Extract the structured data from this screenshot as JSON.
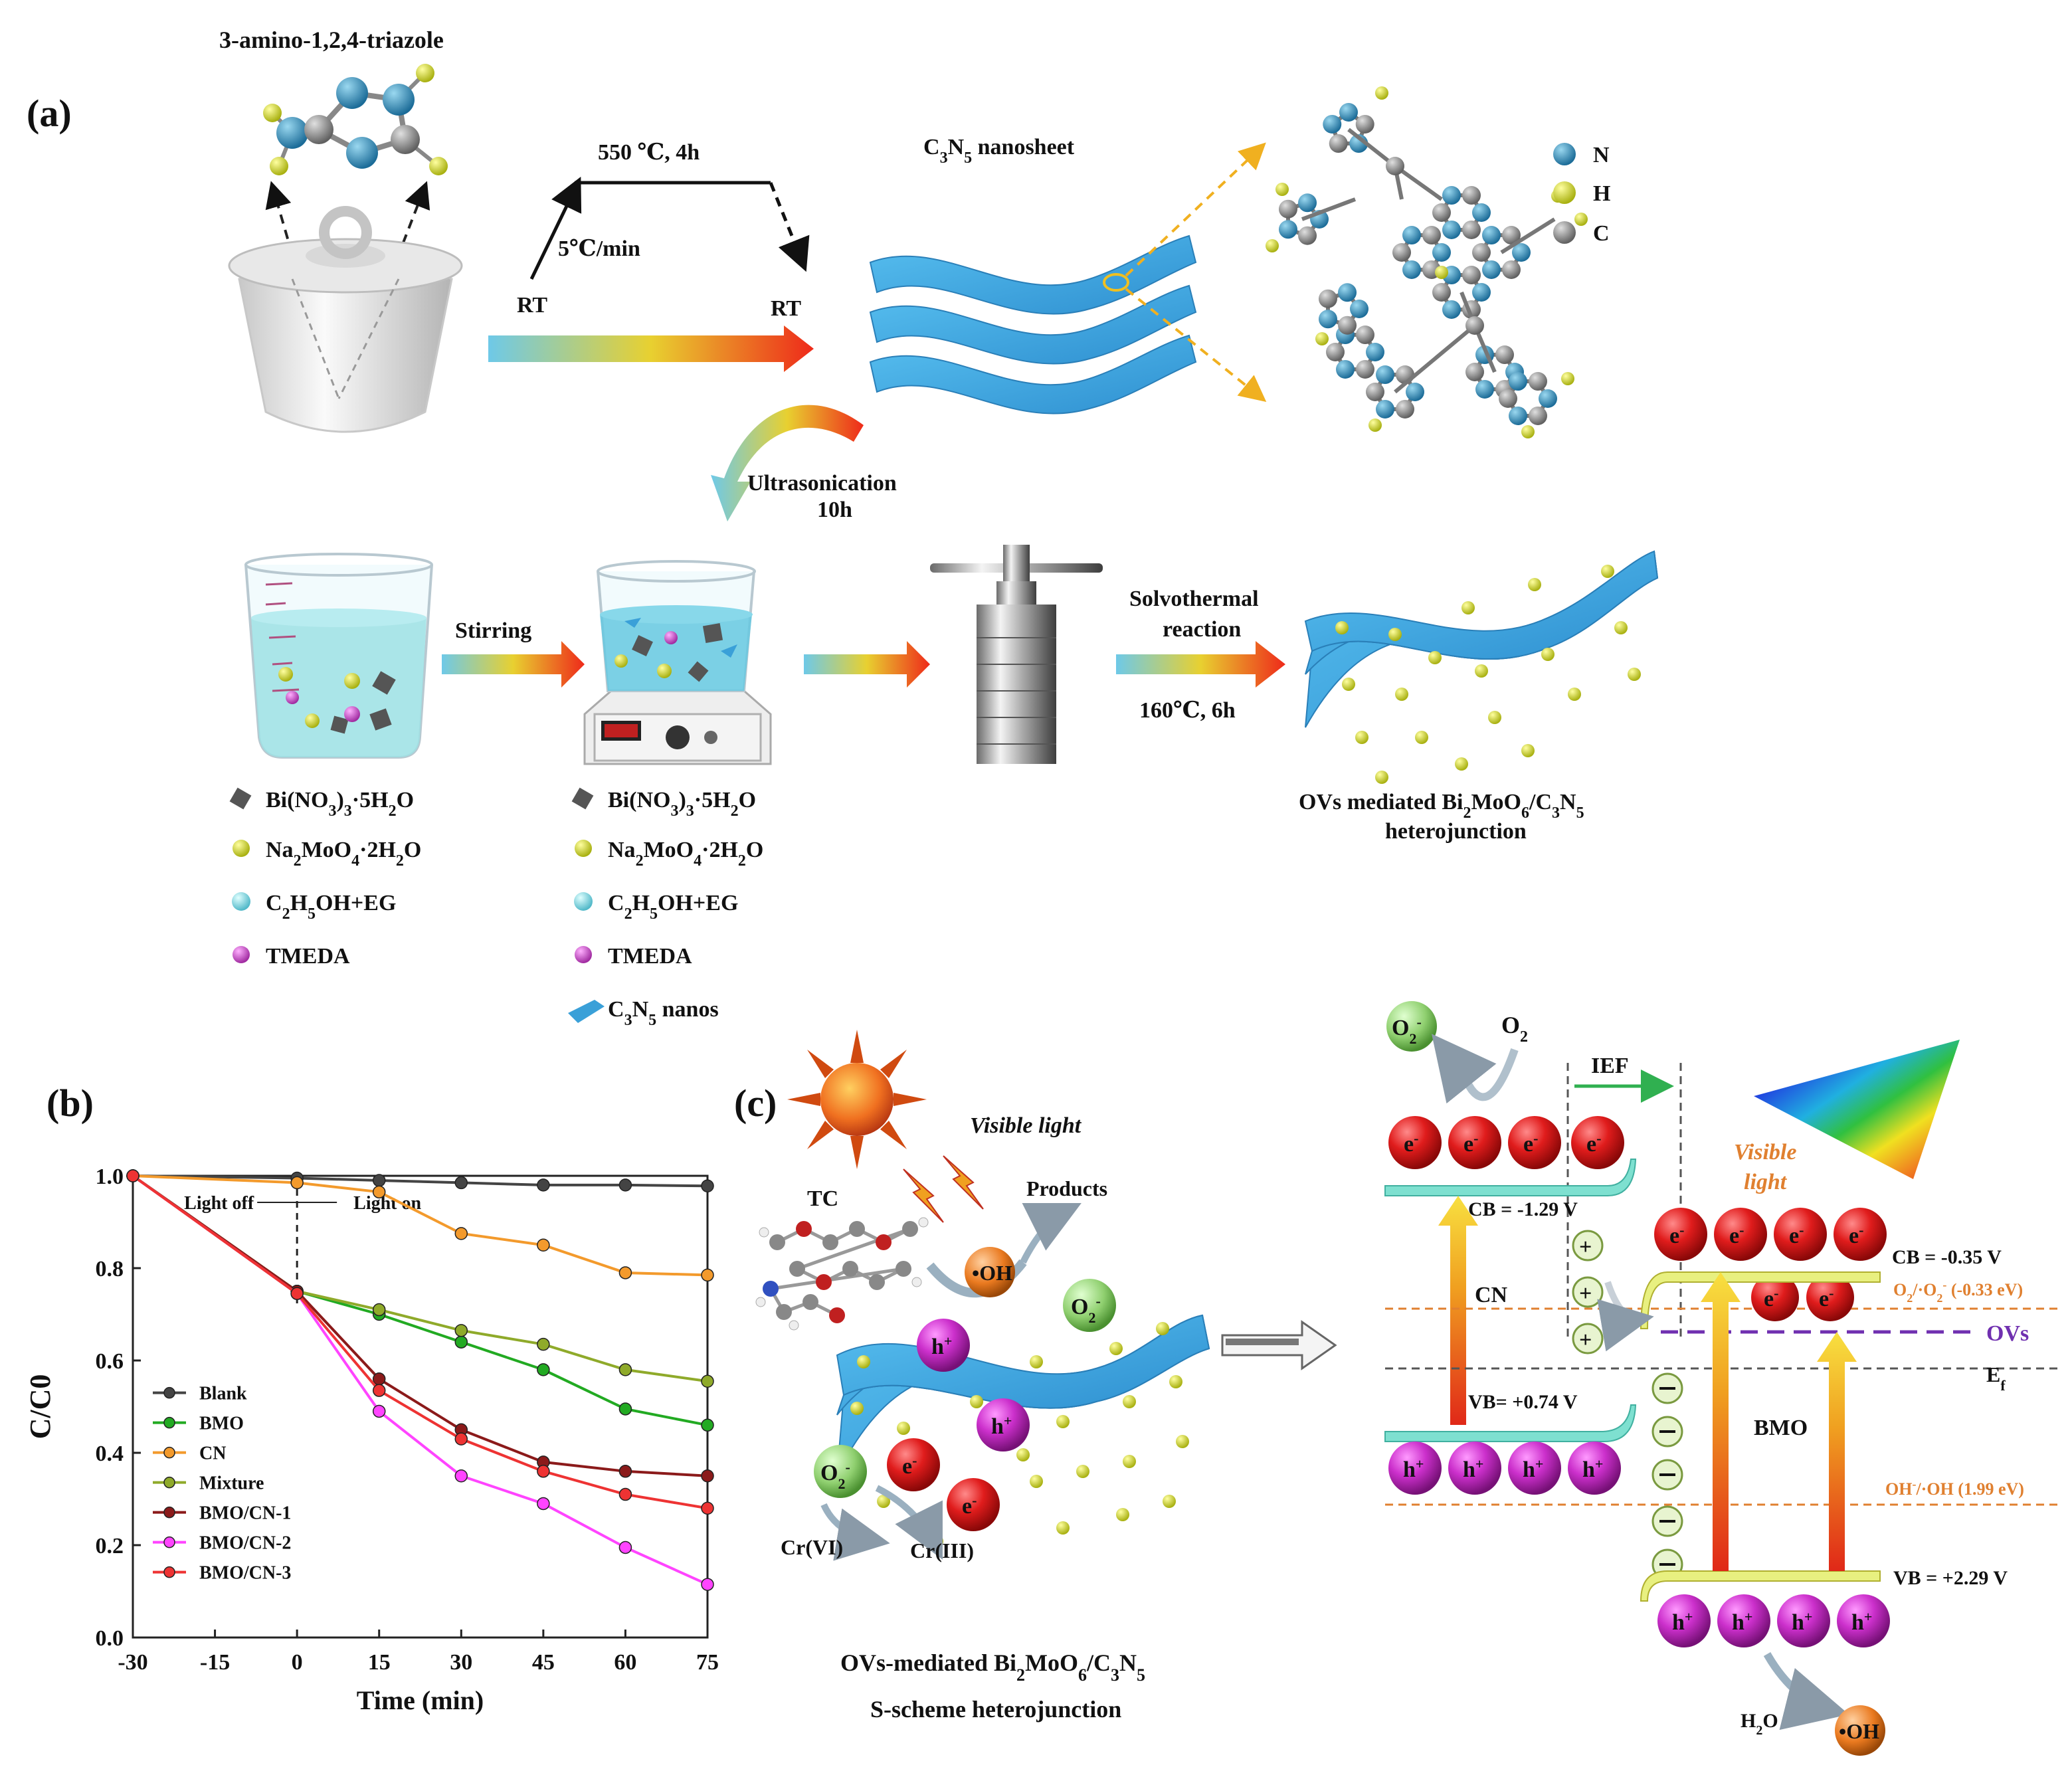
{
  "panels": {
    "a": "(a)",
    "b": "(b)",
    "c": "(c)"
  },
  "synthesis": {
    "precursor_name": "3-amino-1,2,4-triazole",
    "program_top": "550 ℃, 4h",
    "program_rate": "5℃/min",
    "rt_start": "RT",
    "rt_end": "RT",
    "nanosheet_label": "C3N5 nanosheet",
    "atom_legend": [
      "N",
      "H",
      "C"
    ],
    "ultrasonication": "Ultrasonication",
    "ultrasonication_time": "10h",
    "stirring": "Stirring",
    "solvothermal_1": "Solvothermal",
    "solvothermal_2": "reaction",
    "solvothermal_cond": "160℃, 6h",
    "product_1": "OVs mediated Bi2MoO6/C3N5",
    "product_2": "heterojunction",
    "reagents_left": [
      "Bi(NO3)3·5H2O",
      "Na2MoO4·2H2O",
      "C2H5OH+EG",
      "TMEDA"
    ],
    "reagents_right": [
      "Bi(NO3)3·5H2O",
      "Na2MoO4·2H2O",
      "C2H5OH+EG",
      "TMEDA",
      "C3N5 nanos"
    ]
  },
  "mechanism": {
    "visible_light": "Visible light",
    "tc": "TC",
    "products": "Products",
    "oh": "•OH",
    "o2_radical": "O2-",
    "h_plus": "h+",
    "e_minus": "e-",
    "cr6": "Cr(VI)",
    "cr3": "Cr(III)",
    "caption_1": "OVs-mediated Bi2MoO6/C3N5",
    "caption_2": "S-scheme heterojunction",
    "o2": "O2",
    "ief": "IEF",
    "cn": "CN",
    "bmo": "BMO",
    "cb_cn": "CB = -1.29 V",
    "vb_cn": "VB= +0.74 V",
    "cb_bmo": "CB = -0.35 V",
    "vb_bmo": "VB = +2.29 V",
    "o2_level": "O2/·O2- (-0.33 eV)",
    "oh_level": "OH-/·OH (1.99 eV)",
    "ovs": "OVs",
    "ef": "Ef",
    "visible_light_2a": "Visible",
    "visible_light_2b": "light",
    "h2o": "H2O",
    "oh2": "•OH",
    "colors": {
      "electron": "#e02020",
      "hole": "#cc33cc",
      "sheet": "#3aa7e0",
      "o2": "#8fd070",
      "oh": "#e67a20"
    }
  },
  "chart_data": {
    "type": "line",
    "title": "",
    "xlabel": "Time (min)",
    "ylabel": "C/C0",
    "xlim": [
      -30,
      75
    ],
    "ylim": [
      0.0,
      1.0
    ],
    "xticks": [
      -30,
      -15,
      0,
      15,
      30,
      45,
      60,
      75
    ],
    "yticks": [
      0.0,
      0.2,
      0.4,
      0.6,
      0.8,
      1.0
    ],
    "annotation_left": "Light off",
    "annotation_right": "Light on",
    "legend_position": "bottom-left",
    "x": [
      -30,
      0,
      15,
      30,
      45,
      60,
      75
    ],
    "series": [
      {
        "name": "Blank",
        "color": "#444444",
        "values": [
          1.0,
          0.995,
          0.99,
          0.985,
          0.98,
          0.98,
          0.978
        ]
      },
      {
        "name": "BMO",
        "color": "#22aa22",
        "values": [
          1.0,
          0.75,
          0.7,
          0.64,
          0.58,
          0.495,
          0.46
        ]
      },
      {
        "name": "CN",
        "color": "#f39a2c",
        "values": [
          1.0,
          0.985,
          0.965,
          0.875,
          0.85,
          0.79,
          0.785
        ]
      },
      {
        "name": "Mixture",
        "color": "#8faa2a",
        "values": [
          1.0,
          0.75,
          0.71,
          0.665,
          0.635,
          0.58,
          0.555
        ]
      },
      {
        "name": "BMO/CN-1",
        "color": "#8b1a1a",
        "values": [
          1.0,
          0.75,
          0.56,
          0.45,
          0.38,
          0.36,
          0.35
        ]
      },
      {
        "name": "BMO/CN-2",
        "color": "#ff44ff",
        "values": [
          1.0,
          0.745,
          0.49,
          0.35,
          0.29,
          0.195,
          0.115
        ]
      },
      {
        "name": "BMO/CN-3",
        "color": "#ee3333",
        "values": [
          1.0,
          0.745,
          0.535,
          0.43,
          0.36,
          0.31,
          0.28
        ]
      }
    ]
  }
}
